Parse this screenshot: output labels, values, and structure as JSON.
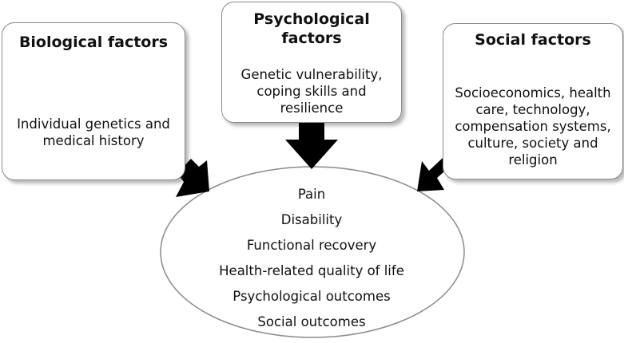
{
  "biological": {
    "title": "Biological factors",
    "body": [
      "Individual genetics and",
      "medical history"
    ]
  },
  "psychological": {
    "title": "Psychological factors",
    "body": [
      "Genetic vulnerability,",
      "coping skills and",
      "resilience"
    ]
  },
  "social": {
    "title": "Social factors",
    "body": [
      "Socioeconomics, health",
      "care, technology,",
      "compensation systems,",
      "culture, society and",
      "religion"
    ]
  },
  "outcomes": [
    "Pain",
    "Disability",
    "Functional recovery",
    "Health-related quality of life",
    "Psychological outcomes",
    "Social outcomes"
  ],
  "colors": {
    "arrow": "#000000",
    "border": "#8a8a8a",
    "text": "#111111"
  }
}
